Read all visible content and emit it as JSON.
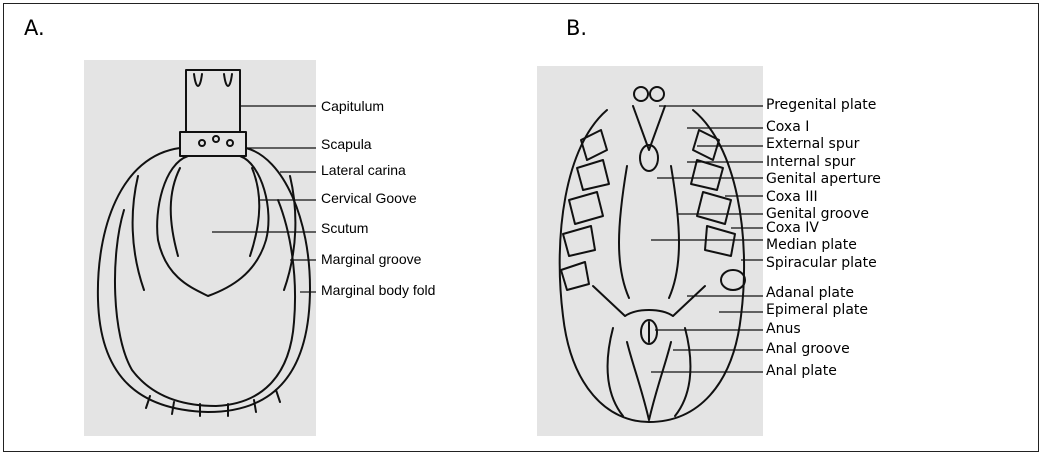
{
  "panel_a": {
    "letter": "A.",
    "labels": [
      "Capitulum",
      "Scapula",
      "Lateral carina",
      "Cervical Goove",
      "Scutum",
      "Marginal groove",
      "Marginal body fold"
    ]
  },
  "panel_b": {
    "letter": "B.",
    "labels": [
      "Pregenital plate",
      "Coxa I",
      "External spur",
      "Internal spur",
      "Genital aperture",
      "Coxa III",
      "Genital groove",
      "Coxa IV",
      "Median plate",
      "Spiracular plate",
      "Adanal plate",
      "Epimeral plate",
      "Anus",
      "Anal groove",
      "Anal plate"
    ]
  }
}
